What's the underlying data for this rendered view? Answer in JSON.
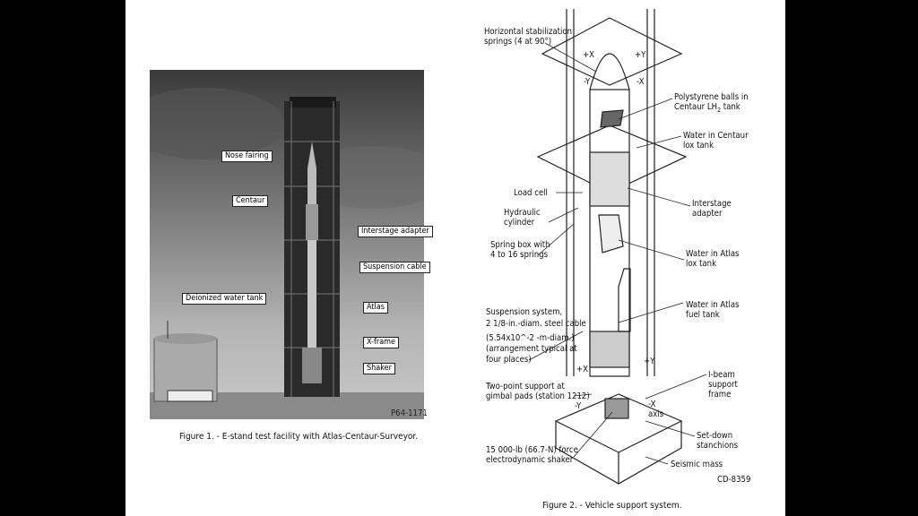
{
  "figure1": {
    "labels": {
      "nose_fairing": "Nose fairing",
      "centaur": "Centaur",
      "interstage_adapter": "Interstage adapter",
      "suspension_cable": "Suspension cable",
      "deionized_water_tank": "Deionized water tank",
      "atlas": "Atlas",
      "x_frame": "X-frame",
      "shaker": "Shaker"
    },
    "photo_id": "P64-1171",
    "caption": "Figure 1. - E-stand test facility with Atlas-Centaur-Surveyor."
  },
  "figure2": {
    "labels": {
      "springs_1": "Horizontal stabilization",
      "springs_2": "springs (4 at 90°)",
      "plus_x_top": "+X",
      "plus_y_top": "+Y",
      "minus_y_top": "-Y",
      "minus_x_top": "-X",
      "poly_1": "Polystyrene balls in",
      "poly_2a": "Centaur LH",
      "poly_2sub": "2",
      "poly_2b": " tank",
      "centaur_lox_1": "Water in Centaur",
      "centaur_lox_2": "lox tank",
      "load_cell": "Load cell",
      "hydraulic_1": "Hydraulic",
      "hydraulic_2": "cylinder",
      "interstage_1": "Interstage",
      "interstage_2": "adapter",
      "spring_box_1": "Spring box with",
      "spring_box_2": "4 to 16 springs",
      "atlas_lox_1": "Water in Atlas",
      "atlas_lox_2": "lox tank",
      "atlas_fuel_1": "Water in Atlas",
      "atlas_fuel_2": "fuel tank",
      "susp_1": "Suspension system,",
      "susp_2": "2 1/8-in.-diam. steel cable",
      "susp_3": "(5.54x10^-2 -m-diam.)",
      "susp_4": "(arrangement typical at",
      "susp_5": "four places)",
      "plus_x_bottom": "+X",
      "plus_y_bottom": "+Y",
      "two_point_1": "Two-point support at",
      "two_point_2": "gimbal pads (station 1212)",
      "ibeam_1": "I-beam",
      "ibeam_2": "support",
      "ibeam_3": "frame",
      "minus_y_bottom": "-Y",
      "minus_x_bottom": "-X",
      "axis": "axis",
      "setdown_1": "Set-down",
      "setdown_2": "stanchions",
      "shaker_1": "15 000-lb (66.7-N) force",
      "shaker_2": "electrodynamic shaker",
      "seismic": "Seismic mass"
    },
    "drawing_id": "CD-8359",
    "caption": "Figure 2. - Vehicle support system."
  }
}
